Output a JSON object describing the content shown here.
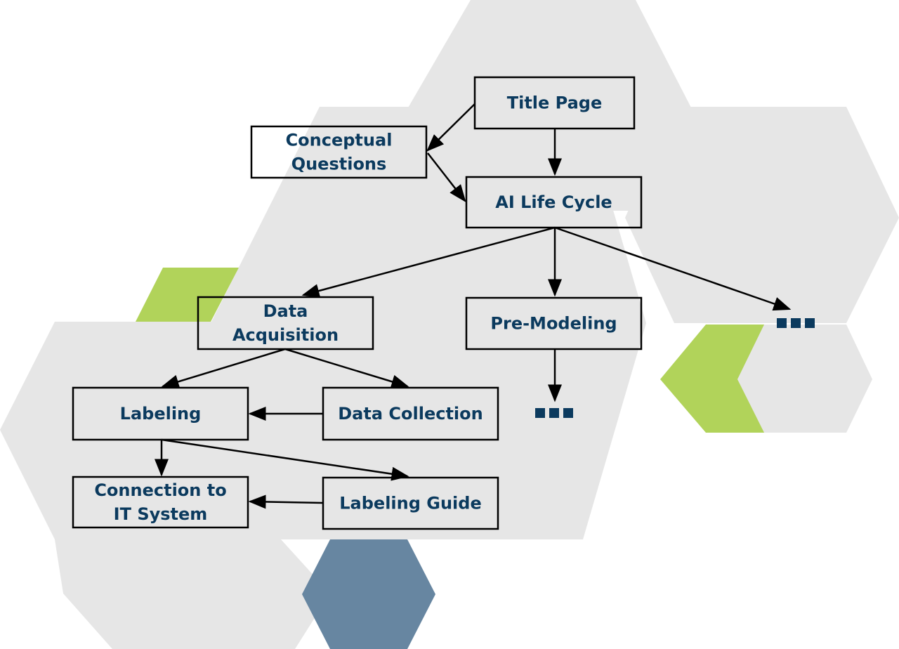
{
  "colors": {
    "hex_gray": "#e6e6e6",
    "hex_green": "#b1d35a",
    "hex_blue": "#6786a1",
    "text": "#0b3a5e"
  },
  "nodes": [
    {
      "id": "title_page",
      "lines": [
        "Title Page"
      ]
    },
    {
      "id": "conceptual_questions",
      "lines": [
        "Conceptual",
        "Questions"
      ]
    },
    {
      "id": "ai_life_cycle",
      "lines": [
        "AI Life Cycle"
      ]
    },
    {
      "id": "data_acquisition",
      "lines": [
        "Data",
        "Acquisition"
      ]
    },
    {
      "id": "pre_modeling",
      "lines": [
        "Pre-Modeling"
      ]
    },
    {
      "id": "labeling",
      "lines": [
        "Labeling"
      ]
    },
    {
      "id": "data_collection",
      "lines": [
        "Data Collection"
      ]
    },
    {
      "id": "connection_it",
      "lines": [
        "Connection to",
        "IT System"
      ]
    },
    {
      "id": "labeling_guide",
      "lines": [
        "Labeling Guide"
      ]
    }
  ],
  "edges": [
    {
      "from": "title_page",
      "to": "conceptual_questions"
    },
    {
      "from": "title_page",
      "to": "ai_life_cycle"
    },
    {
      "from": "conceptual_questions",
      "to": "ai_life_cycle"
    },
    {
      "from": "ai_life_cycle",
      "to": "data_acquisition"
    },
    {
      "from": "ai_life_cycle",
      "to": "pre_modeling"
    },
    {
      "from": "ai_life_cycle",
      "to": "more_right"
    },
    {
      "from": "data_acquisition",
      "to": "labeling"
    },
    {
      "from": "data_acquisition",
      "to": "data_collection"
    },
    {
      "from": "data_collection",
      "to": "labeling"
    },
    {
      "from": "pre_modeling",
      "to": "more_below"
    },
    {
      "from": "labeling",
      "to": "connection_it"
    },
    {
      "from": "labeling",
      "to": "labeling_guide"
    },
    {
      "from": "labeling_guide",
      "to": "connection_it"
    }
  ],
  "continuations": [
    {
      "id": "more_right",
      "symbol": "ellipsis-squares"
    },
    {
      "id": "more_below",
      "symbol": "ellipsis-squares"
    }
  ]
}
